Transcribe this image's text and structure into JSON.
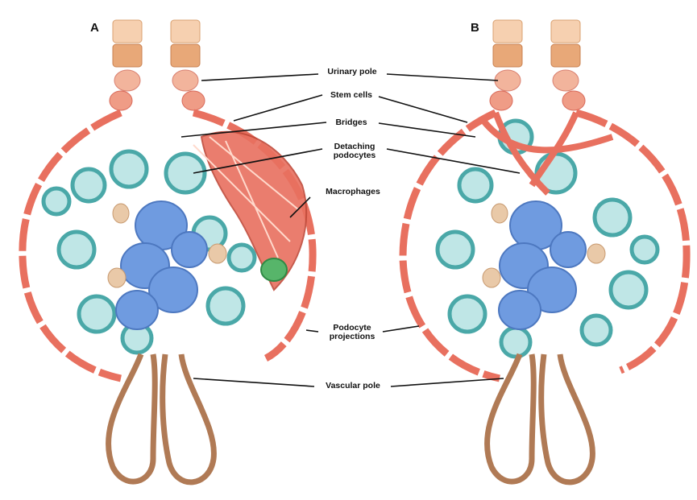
{
  "panels": [
    {
      "letter": "A"
    },
    {
      "letter": "B"
    }
  ],
  "labels": {
    "urinary_pole": "Urinary pole",
    "stem_cells": "Stem cells",
    "bridges": "Bridges",
    "detaching_podocytes": "Detaching\npodocytes",
    "macrophages": "Macrophages",
    "podocyte_projections": "Podocyte\nprojections",
    "vascular_pole": "Vascular pole"
  },
  "colors": {
    "parietal_epithelium": "#e8705f",
    "podocyte": "#9fd8d8",
    "podocyte_outline": "#4aa8a8",
    "mesangium": "#6f9be0",
    "foot_tan": "#e9c9a8",
    "vascular_outline": "#b07a55",
    "urinary_tubule": "#f2b49c",
    "macrophage": "#57b56a",
    "line": "#111111"
  }
}
